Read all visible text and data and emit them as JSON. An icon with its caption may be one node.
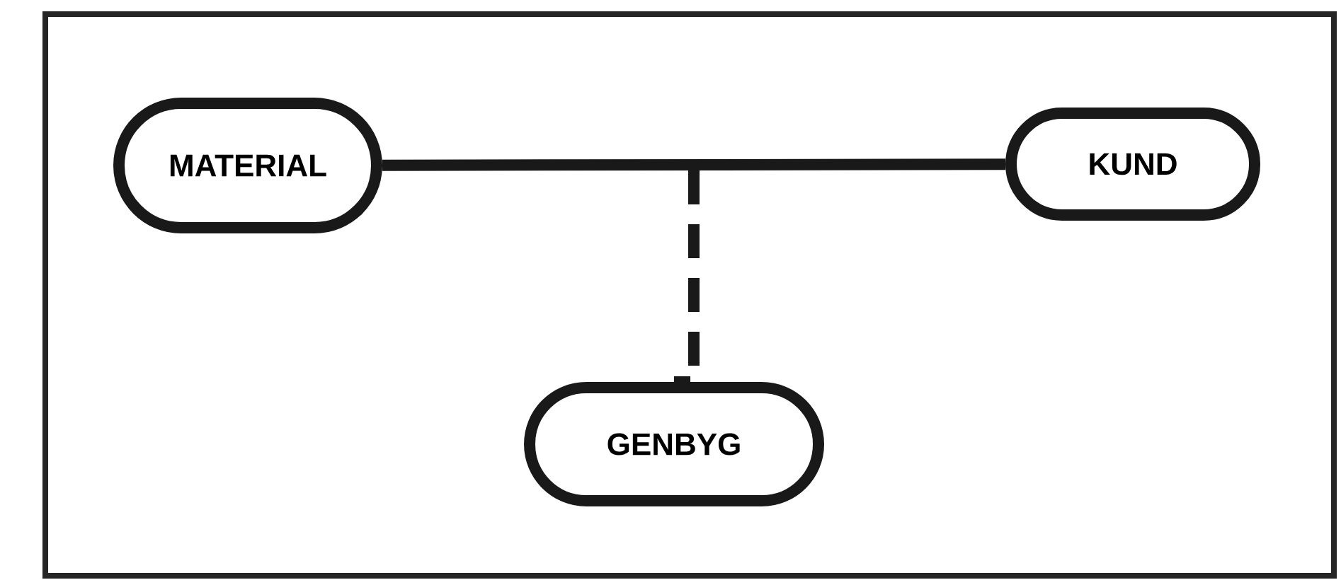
{
  "diagram": {
    "nodes": [
      {
        "text": [
          "MATERIAL"
        ]
      },
      {
        "text": [
          "KUND"
        ]
      },
      {
        "text": [
          "GENBYG"
        ]
      }
    ],
    "edges": [
      {
        "from": 0,
        "to": 1,
        "arrow": "none"
      },
      {
        "from": null,
        "to": 2,
        "arrow": "none",
        "style": "dashed"
      }
    ]
  }
}
